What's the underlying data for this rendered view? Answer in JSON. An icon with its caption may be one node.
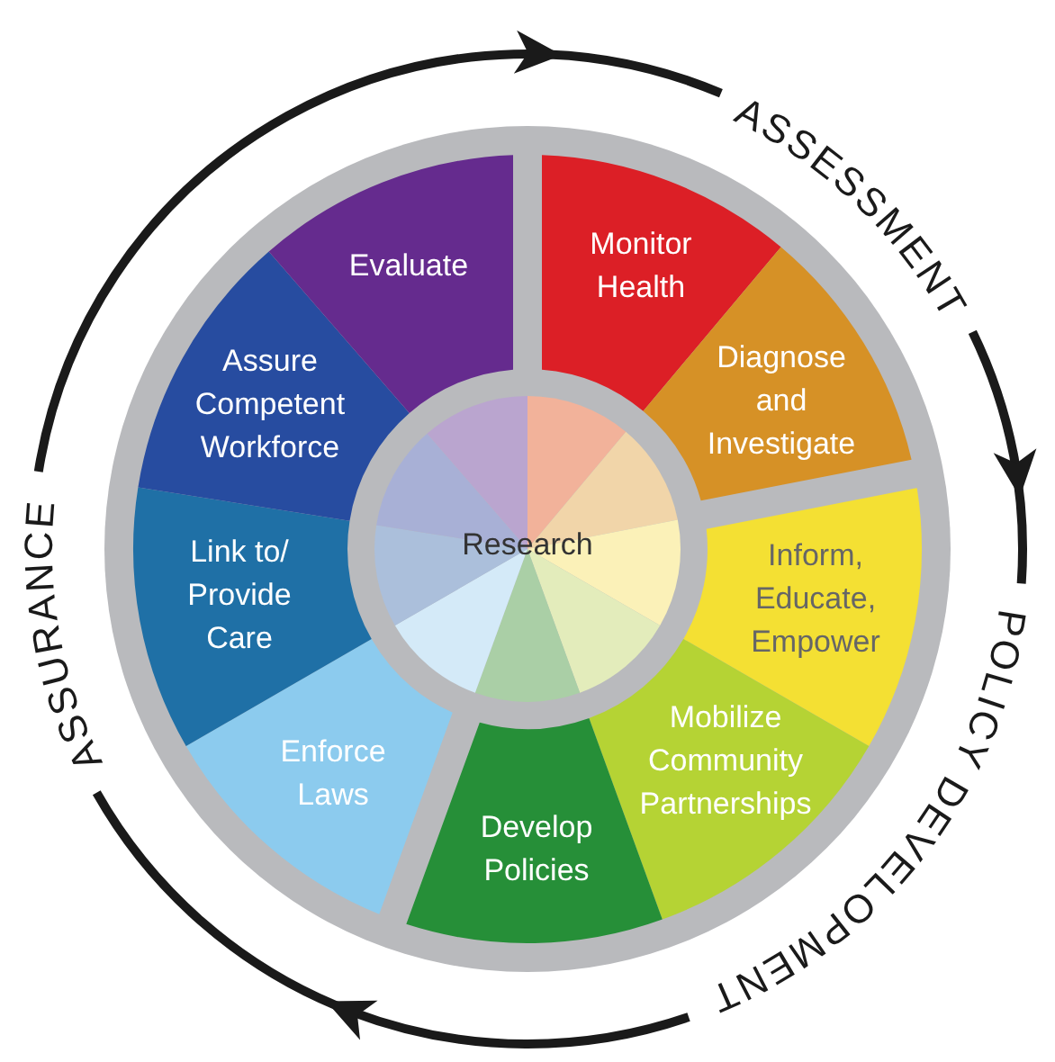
{
  "diagram": {
    "nodes": [
      {
        "text": [
          "Monitor Health"
        ]
      },
      {
        "text": [
          "Diagnose and Investigate"
        ]
      },
      {
        "text": [
          "Inform, Educate, Empower"
        ]
      },
      {
        "text": [
          "Mobilize Community Partnerships"
        ]
      },
      {
        "text": [
          "Develop Policies"
        ]
      },
      {
        "text": [
          "Enforce Laws"
        ]
      },
      {
        "text": [
          "Link to/ Provide Care"
        ]
      },
      {
        "text": [
          "Assure Competent Workforce"
        ]
      },
      {
        "text": [
          "Evaluate"
        ]
      },
      {
        "text": [
          "Research"
        ]
      }
    ],
    "labels": [
      "ASSESSMENT",
      "POLICY DEVELOPMENT",
      "ASSURANCE"
    ]
  }
}
